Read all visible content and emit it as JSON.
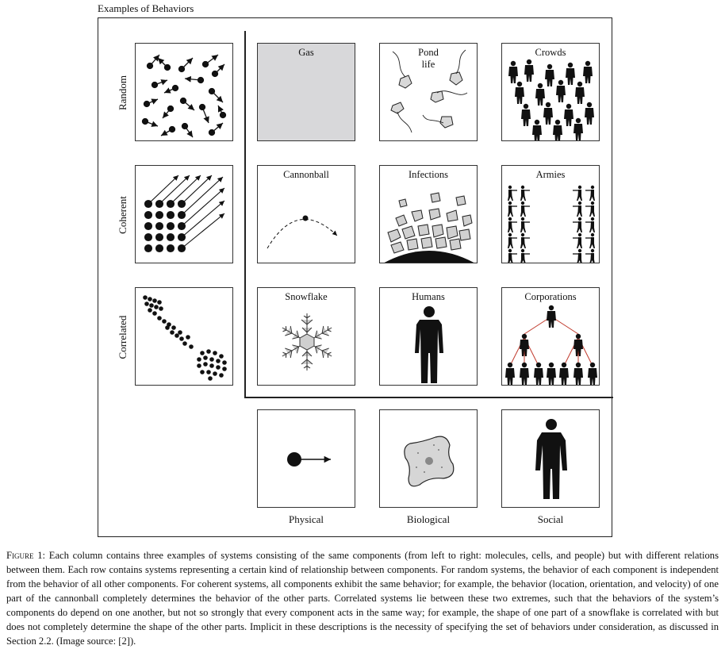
{
  "figure": {
    "title": "Examples of Behaviors",
    "rows": [
      "Random",
      "Coherent",
      "Correlated"
    ],
    "columns": [
      "Physical",
      "Biological",
      "Social"
    ],
    "cells": {
      "gas": "Gas",
      "pond_life": "Pond\nlife",
      "crowds": "Crowds",
      "cannonball": "Cannonball",
      "infections": "Infections",
      "armies": "Armies",
      "snowflake": "Snowflake",
      "humans": "Humans",
      "corporations": "Corporations"
    },
    "colors": {
      "ink": "#111111",
      "gas_fill": "#d8d8da",
      "corp_links": "#c0392b",
      "cell_gray": "#bdbdbd"
    }
  },
  "caption": {
    "label": "Figure 1:",
    "text": "Each column contains three examples of systems consisting of the same components (from left to right: molecules, cells, and people) but with different relations between them. Each row contains systems representing a certain kind of relationship between components. For random systems, the behavior of each component is independent from the behavior of all other components. For coherent systems, all components exhibit the same behavior; for example, the behavior (location, orientation, and velocity) of one part of the cannonball completely determines the behavior of the other parts. Correlated systems lie between these two extremes, such that the behaviors of the system’s components do depend on one another, but not so strongly that every component acts in the same way; for example, the shape of one part of a snowflake is correlated with but does not completely determine the shape of the other parts. Implicit in these descriptions is the necessity of specifying the set of behaviors under consideration, as discussed in Section 2.2. (Image source: [2])."
  }
}
